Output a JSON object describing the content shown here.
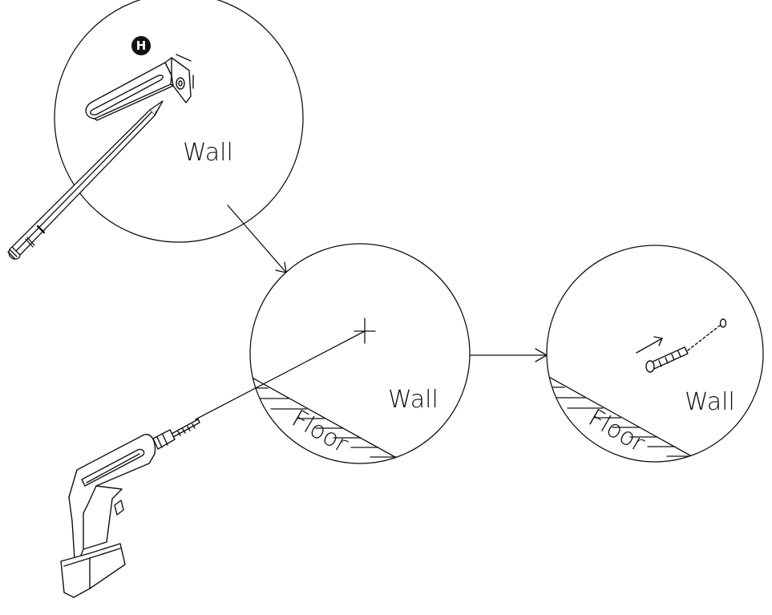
{
  "step1": {
    "badge": "H",
    "wall_label": "Wall"
  },
  "step2": {
    "wall_label": "Wall",
    "floor_label": "Floor"
  },
  "step3": {
    "wall_label": "Wall",
    "floor_label": "Floor"
  },
  "colors": {
    "line": "#111111",
    "background": "#ffffff"
  },
  "icons": [
    "pencil-icon",
    "bracket-icon",
    "drill-icon",
    "wall-plug-icon"
  ]
}
